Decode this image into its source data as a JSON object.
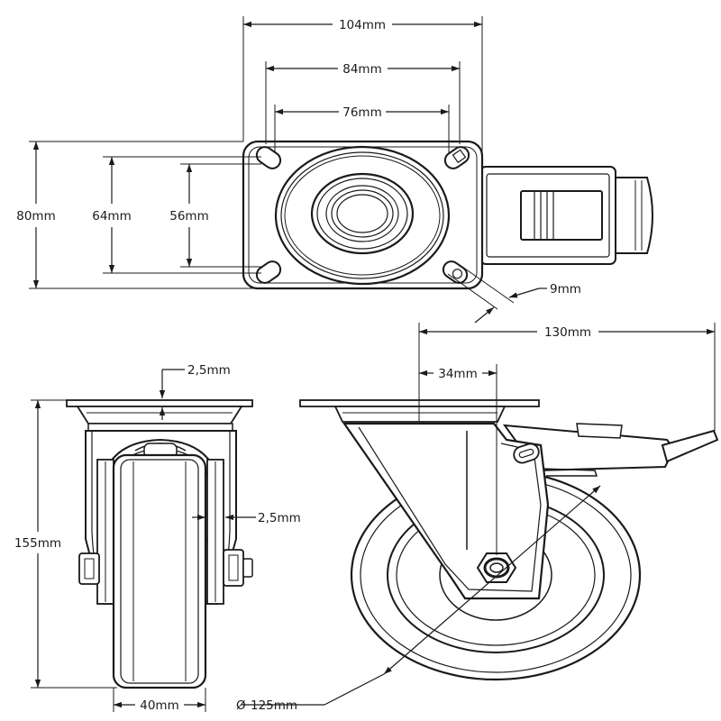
{
  "dimensions": {
    "top_width_outer": "104mm",
    "top_width_mid": "84mm",
    "top_width_inner": "76mm",
    "top_height_outer": "80mm",
    "top_height_mid": "64mm",
    "top_height_inner": "56mm",
    "slot_width": "9mm",
    "total_length": "130mm",
    "offset": "34mm",
    "plate_thickness": "2,5mm",
    "bracket_thickness": "2,5mm",
    "total_height": "155mm",
    "wheel_width": "40mm",
    "wheel_diameter": "125mm"
  },
  "symbols": {
    "diameter": "Ø"
  }
}
